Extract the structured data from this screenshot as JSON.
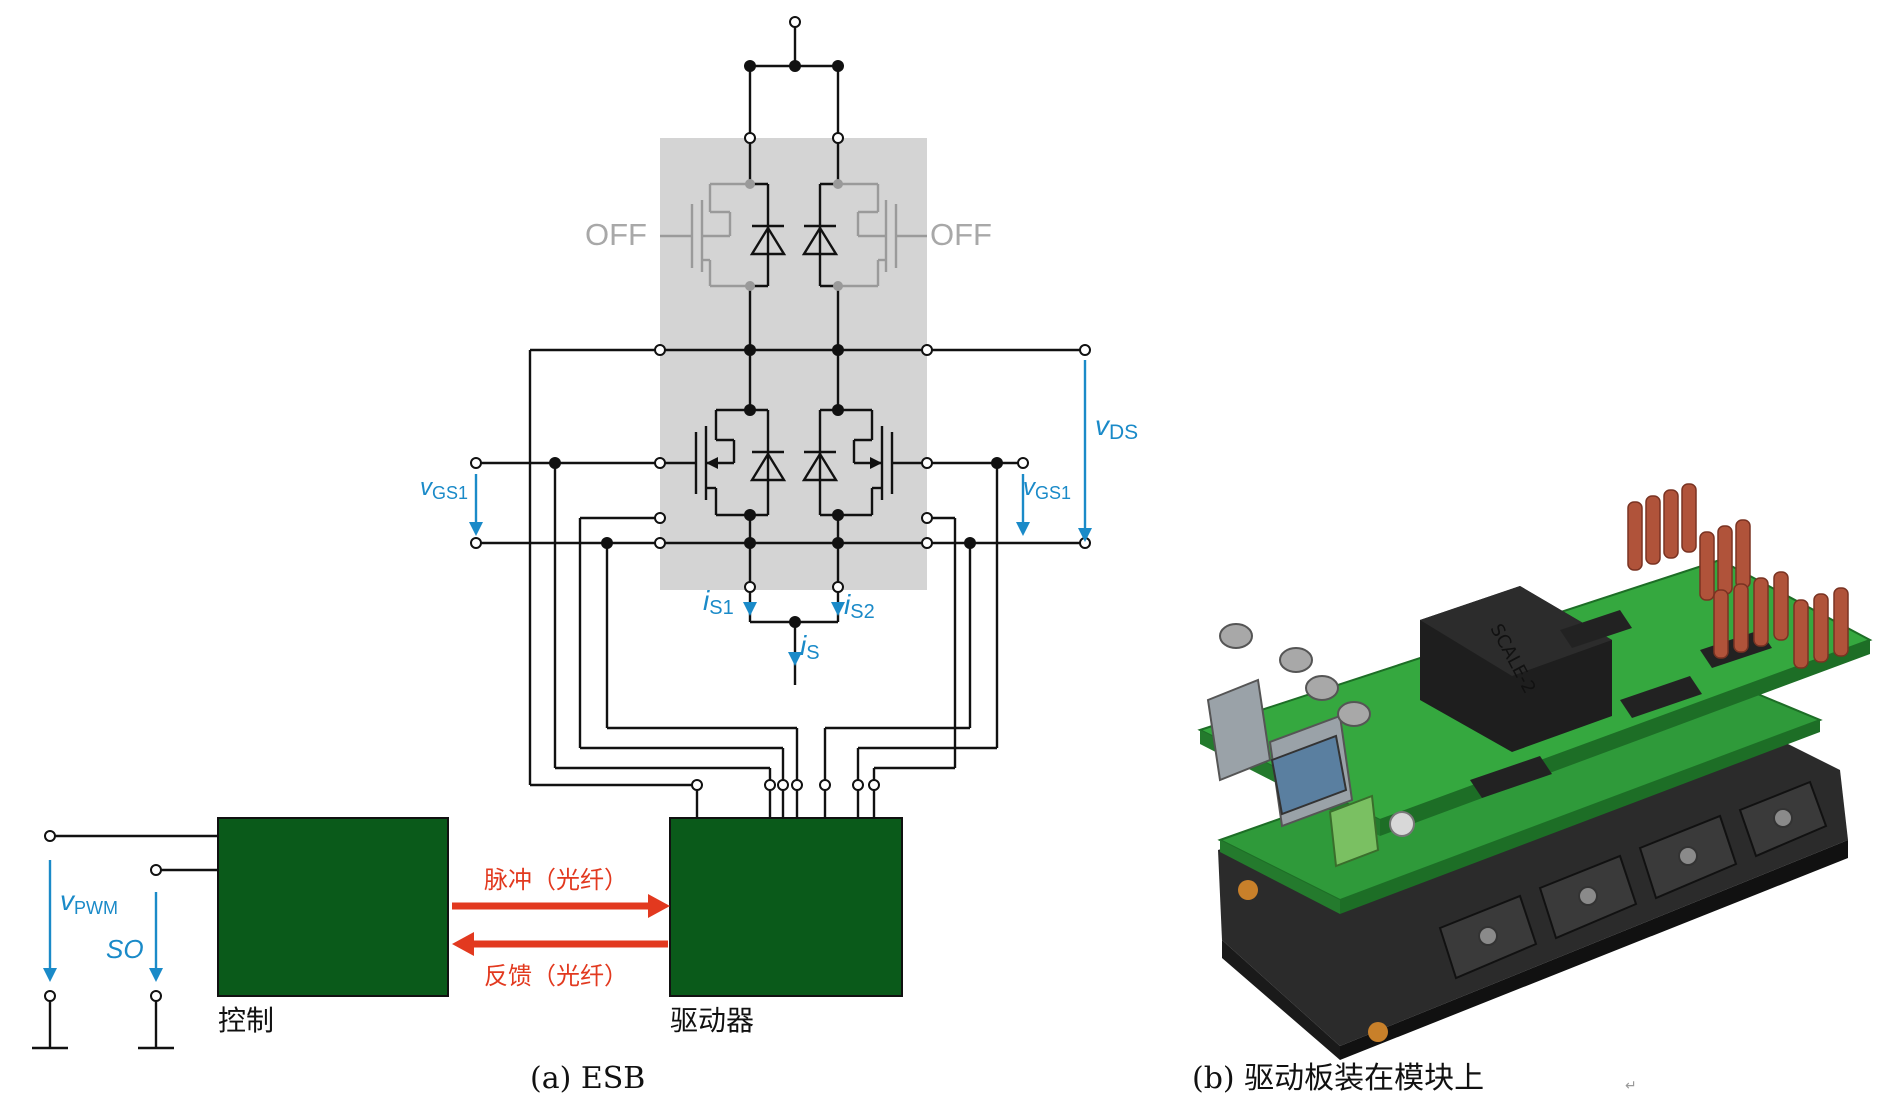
{
  "labels": {
    "off_left": "OFF",
    "off_right": "OFF",
    "vds_main": "v",
    "vds_sub": "DS",
    "vgs_left_main": "v",
    "vgs_left_sub": "GS1",
    "vgs_right_main": "v",
    "vgs_right_sub": "GS1",
    "is1_main": "i",
    "is1_sub": "S1",
    "is2_main": "i",
    "is2_sub": "S2",
    "is_main": "i",
    "is_sub": "S",
    "vpwm_main": "v",
    "vpwm_sub": "PWM",
    "so": "SO",
    "pulse": "脉冲（光纤）",
    "feedback": "反馈（光纤）",
    "control": "控制",
    "driver": "驱动器",
    "module_marking": "SCALE-2"
  },
  "captions": {
    "a": "(a) ESB",
    "b": "(b) 驱动板装在模块上",
    "return_mark": "↵"
  },
  "colors": {
    "wire": "#111111",
    "signal_blue": "#1a8ac8",
    "fiber_red": "#e2391f",
    "block_green": "#0a5a1a",
    "switch_shade": "#d4d4d4",
    "off_gray": "#a8a8a8",
    "pcb_green": "#2f9a3a"
  }
}
